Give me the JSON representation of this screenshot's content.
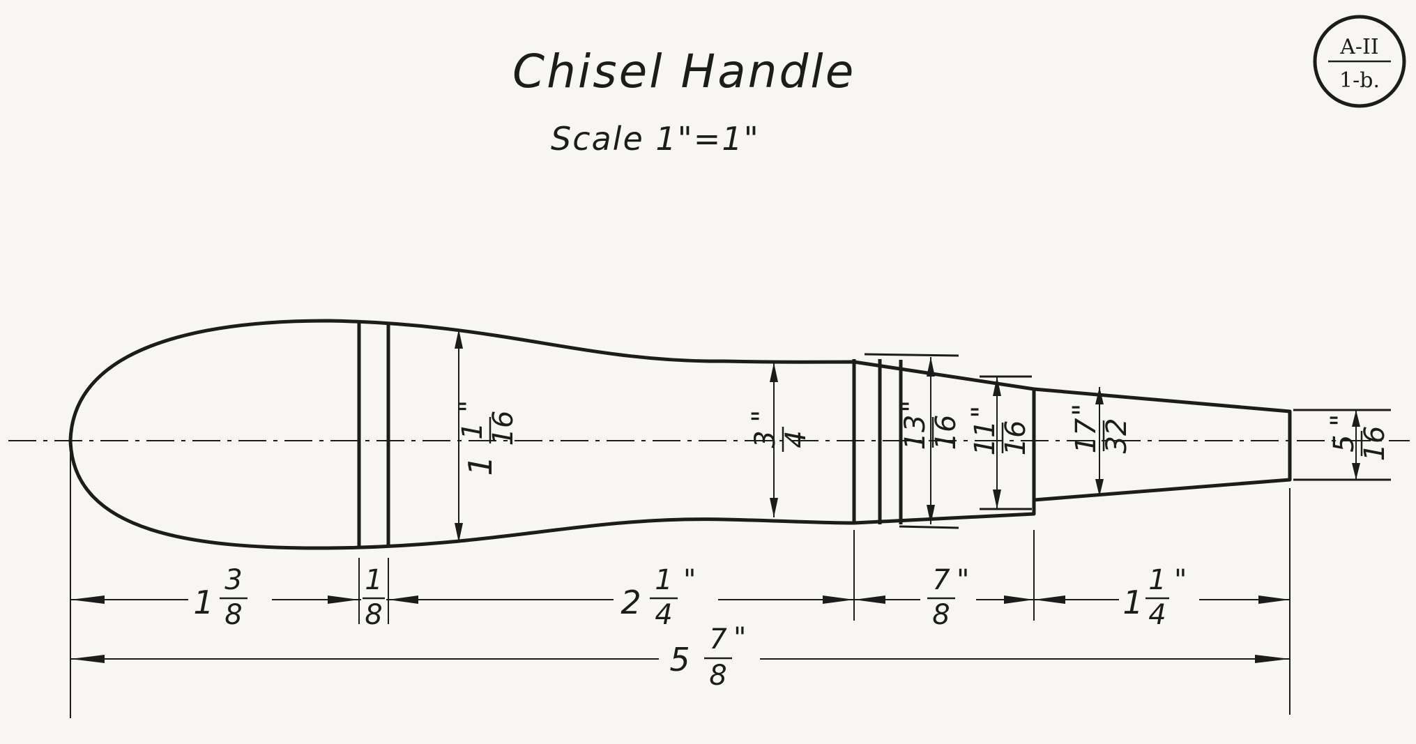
{
  "drawing": {
    "title": "Chisel Handle",
    "scale": "Scale 1\"=1\""
  },
  "badge": {
    "top": "A-II",
    "bottom": "1-b."
  },
  "dimensions": {
    "diam_front_bulb": {
      "whole": "1",
      "num": "1",
      "den": "16",
      "unit": "\""
    },
    "diam_neck": {
      "num": "3",
      "den": "4",
      "unit": "\""
    },
    "diam_ferrule_outer": {
      "num": "13",
      "den": "16",
      "unit": "\""
    },
    "diam_ferrule_inner": {
      "num": "11",
      "den": "16",
      "unit": "\""
    },
    "diam_tenon_start": {
      "num": "17",
      "den": "32",
      "unit": "\""
    },
    "diam_tenon_end": {
      "num": "5",
      "den": "16",
      "unit": "\""
    },
    "len_bulb": {
      "whole": "1",
      "num": "3",
      "den": "8"
    },
    "len_band": {
      "num": "1",
      "den": "8"
    },
    "len_body": {
      "whole": "2",
      "num": "1",
      "den": "4",
      "unit": "\""
    },
    "len_ferrule": {
      "num": "7",
      "den": "8",
      "unit": "\""
    },
    "len_tenon": {
      "whole": "1",
      "num": "1",
      "den": "4",
      "unit": "\""
    },
    "len_total": {
      "whole": "5",
      "num": "7",
      "den": "8",
      "unit": "\""
    }
  }
}
